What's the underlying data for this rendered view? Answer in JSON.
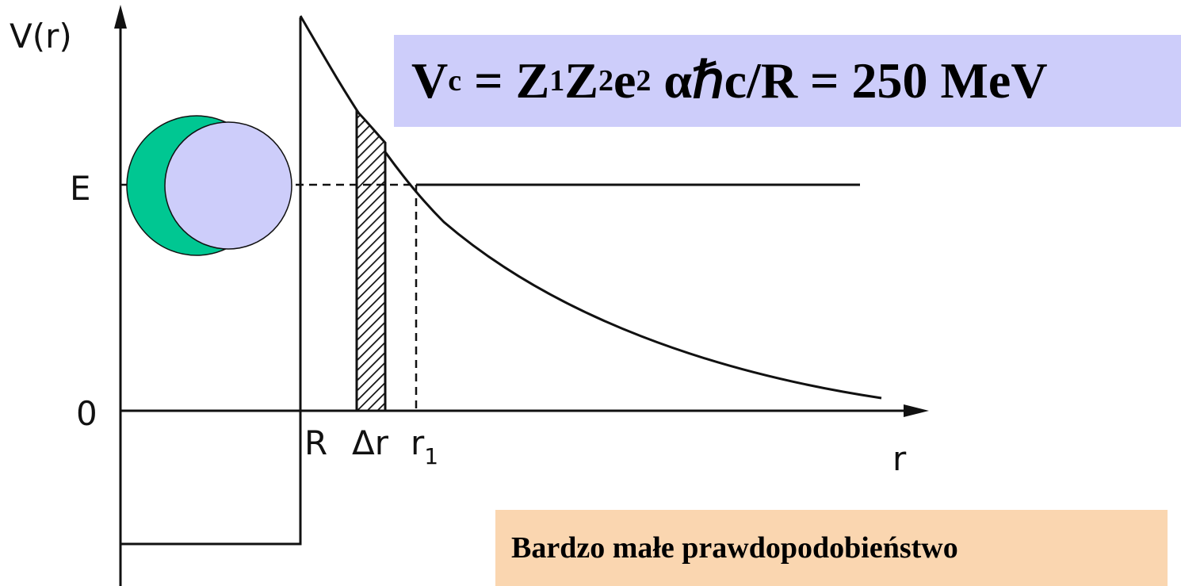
{
  "colors": {
    "formula_bg": "#cdcdfa",
    "note_bg": "#fad6b0",
    "nucleus_left": "#00c792",
    "nucleus_right": "#cdcdfa",
    "line": "#111111"
  },
  "axes": {
    "y_label": "V(r)",
    "x_label": "r",
    "y_ticks": {
      "energy": "E",
      "zero": "0"
    },
    "x_ticks": {
      "radius": "R",
      "delta": "Δr",
      "r1_base": "r",
      "r1_sub": "1"
    }
  },
  "formula": {
    "v": "V",
    "v_sub": "c",
    "eq1": " = ",
    "z1": "Z",
    "z1_sub": "1",
    "z2": "Z",
    "z2_sub": "2",
    "e": "e",
    "e_sup": "2",
    "mid": " αℏc/R = 250 MeV"
  },
  "note": {
    "text": "Bardzo małe prawdopodobieństwo"
  },
  "icons": {
    "nuclei": "overlapping-nuclei-icon",
    "hatch": "hatched-barrier-slice"
  }
}
